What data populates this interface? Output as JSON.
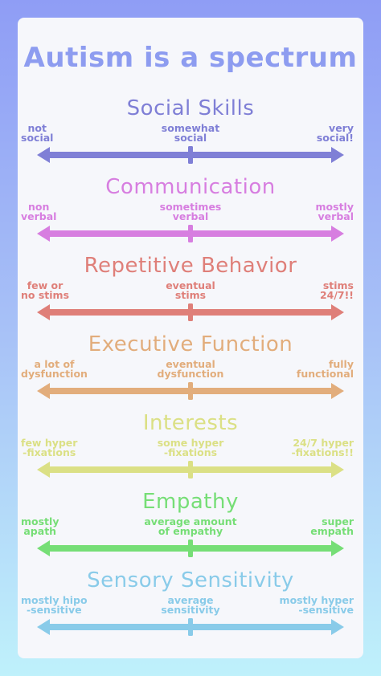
{
  "title": {
    "text": "Autism is a spectrum",
    "color": "#8d9cf0"
  },
  "sections": [
    {
      "title": "Social Skills",
      "color": "#7f7fd6",
      "left": "not\nsocial",
      "center": "somewhat\nsocial",
      "right": "very\nsocial!"
    },
    {
      "title": "Communication",
      "color": "#d77ee0",
      "left": "non\nverbal",
      "center": "sometimes\nverbal",
      "right": "mostly\nverbal"
    },
    {
      "title": "Repetitive Behavior",
      "color": "#df7f79",
      "left": "few or\nno stims",
      "center": "eventual\nstims",
      "right": "stims\n24/7!!"
    },
    {
      "title": "Executive Function",
      "color": "#e2ad7c",
      "left": "a lot of\ndysfunction",
      "center": "eventual\ndysfunction",
      "right": "fully\nfunctional"
    },
    {
      "title": "Interests",
      "color": "#dbe085",
      "left": "few hyper\n-fixations",
      "center": "some hyper\n-fixations",
      "right": "24/7 hyper\n-fixations!!"
    },
    {
      "title": "Empathy",
      "color": "#76de76",
      "left": "mostly\napath",
      "center": "average amount\nof empathy",
      "right": "super\nempath"
    },
    {
      "title": "Sensory Sensitivity",
      "color": "#89cbe9",
      "left": "mostly hipo\n-sensitive",
      "center": "average\nsensitivity",
      "right": "mostly hyper\n-sensitive"
    }
  ]
}
